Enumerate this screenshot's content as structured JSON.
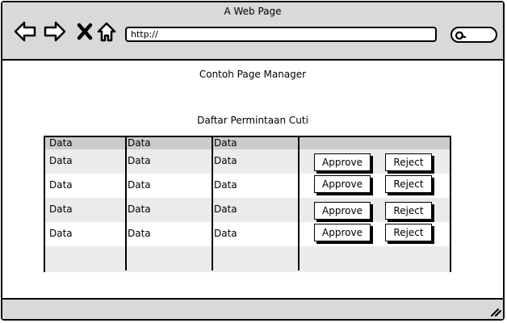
{
  "window": {
    "title": "A Web Page"
  },
  "toolbar": {
    "url": "http://",
    "icons": [
      "back-arrow-icon",
      "forward-arrow-icon",
      "close-x-icon",
      "home-icon",
      "search-icon"
    ]
  },
  "page": {
    "heading": "Contoh Page Manager",
    "table_caption": "Daftar Permintaan Cuti"
  },
  "table": {
    "headers": [
      "Data",
      "Data",
      "Data",
      ""
    ],
    "rows": [
      {
        "cells": [
          "Data",
          "Data",
          "Data"
        ],
        "approve": "Approve",
        "reject": "Reject"
      },
      {
        "cells": [
          "Data",
          "Data",
          "Data"
        ],
        "approve": "Approve",
        "reject": "Reject"
      },
      {
        "cells": [
          "Data",
          "Data",
          "Data"
        ],
        "approve": "Approve",
        "reject": "Reject"
      },
      {
        "cells": [
          "Data",
          "Data",
          "Data"
        ],
        "approve": "Approve",
        "reject": "Reject"
      }
    ]
  },
  "colors": {
    "chrome": "#d9d9d9",
    "header_row": "#cccccc",
    "shaded_row": "#ebebeb"
  }
}
